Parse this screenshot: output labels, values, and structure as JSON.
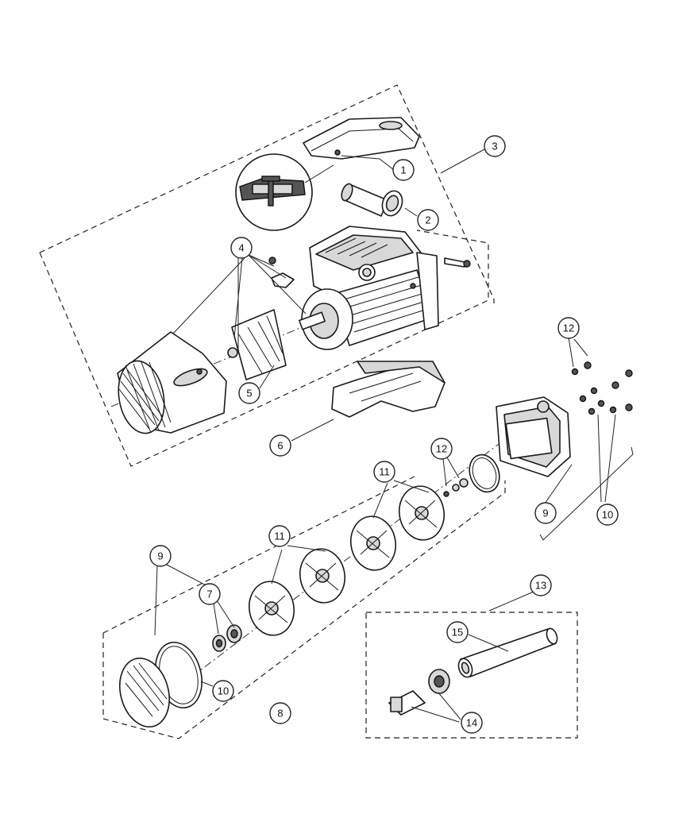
{
  "callouts": [
    {
      "id": "c1",
      "label": "1"
    },
    {
      "id": "c2",
      "label": "2"
    },
    {
      "id": "c3",
      "label": "3"
    },
    {
      "id": "c4",
      "label": "4"
    },
    {
      "id": "c5",
      "label": "5"
    },
    {
      "id": "c6",
      "label": "6"
    },
    {
      "id": "c7",
      "label": "7"
    },
    {
      "id": "c8",
      "label": "8"
    },
    {
      "id": "c9a",
      "label": "9"
    },
    {
      "id": "c9b",
      "label": "9"
    },
    {
      "id": "c10a",
      "label": "10"
    },
    {
      "id": "c10b",
      "label": "10"
    },
    {
      "id": "c11a",
      "label": "11"
    },
    {
      "id": "c11b",
      "label": "11"
    },
    {
      "id": "c12a",
      "label": "12"
    },
    {
      "id": "c12b",
      "label": "12"
    },
    {
      "id": "c13",
      "label": "13"
    },
    {
      "id": "c14",
      "label": "14"
    },
    {
      "id": "c15",
      "label": "15"
    }
  ]
}
